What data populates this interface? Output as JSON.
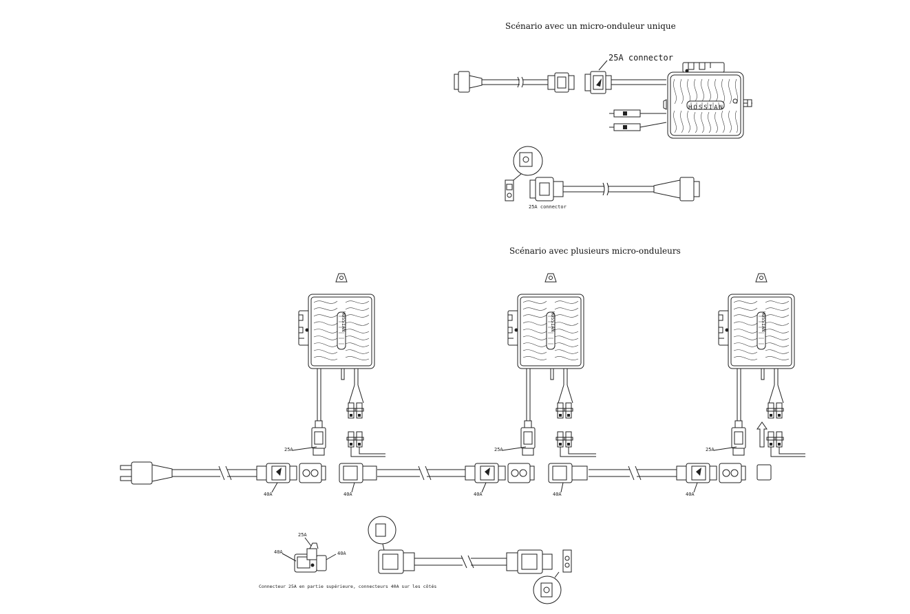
{
  "titles": {
    "single": "Scénario avec un micro-onduleur unique",
    "multi": "Scénario avec plusieurs micro-onduleurs"
  },
  "labels": {
    "connector_25a_large": "25A connector",
    "connector_25a_small": "25A connector",
    "a25": "25A",
    "a40": "40A",
    "detail_caption": "Connecteur 25A en partie supérieure, connecteurs 40A sur les côtés"
  },
  "inverter_logo": "HOSSIAN",
  "colors": {
    "line": "#1e1e1e",
    "background": "#ffffff"
  }
}
